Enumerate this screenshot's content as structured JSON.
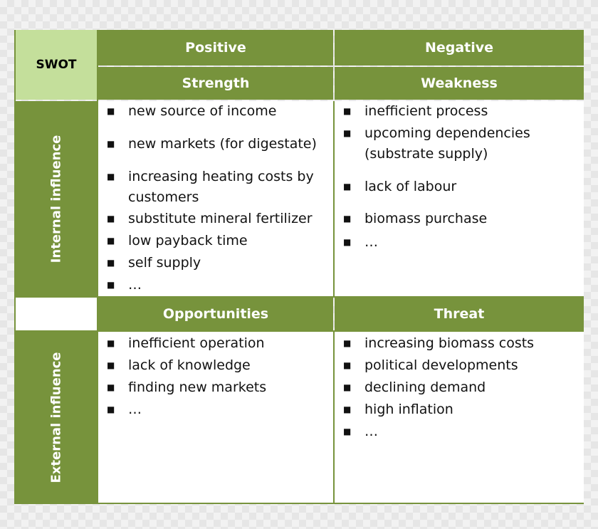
{
  "corner_label": "SWOT",
  "col_headers": {
    "left": "Positive",
    "right": "Negative"
  },
  "quadrant_titles": {
    "strength": "Strength",
    "weakness": "Weakness",
    "opportunities": "Opportunities",
    "threat": "Threat"
  },
  "row_labels": {
    "internal": "Internal influence",
    "external": "External influence"
  },
  "strength": [
    "new source of income",
    "new markets (for digestate)",
    "increasing heating costs by customers",
    "substitute mineral fertilizer",
    "low payback time",
    "self supply",
    "…"
  ],
  "weakness": [
    "inefficient process",
    "upcoming dependencies (substrate supply)",
    "lack of labour",
    "biomass purchase",
    "…"
  ],
  "opportunities": [
    "inefficient operation",
    "lack of knowledge",
    "finding new markets",
    "…"
  ],
  "threat": [
    "increasing biomass costs",
    "political developments",
    "declining demand",
    "high inflation",
    "…"
  ],
  "colors": {
    "header_green": "#77933c",
    "corner_green": "#c4df9b"
  }
}
